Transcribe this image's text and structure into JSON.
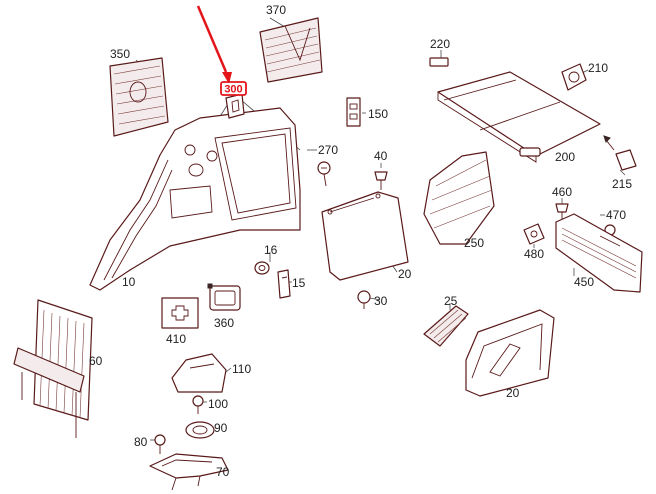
{
  "highlight": {
    "label": "300",
    "color": "#e3151a"
  },
  "callouts": {
    "p370": "370",
    "p350": "350",
    "p220": "220",
    "p210": "210",
    "p150": "150",
    "p270": "270",
    "p40": "40",
    "p200": "200",
    "p215": "215",
    "p460": "460",
    "p470": "470",
    "p250": "250",
    "p480": "480",
    "p450": "450",
    "p16": "16",
    "p15": "15",
    "p20a": "20",
    "p10": "10",
    "p410": "410",
    "p360": "360",
    "p30": "30",
    "p25": "25",
    "p60": "60",
    "p110": "110",
    "p100": "100",
    "p90": "90",
    "p80": "80",
    "p70": "70",
    "p20b": "20"
  },
  "colors": {
    "line": "#5a1a1a",
    "highlight": "#e3151a",
    "text": "#222222"
  }
}
